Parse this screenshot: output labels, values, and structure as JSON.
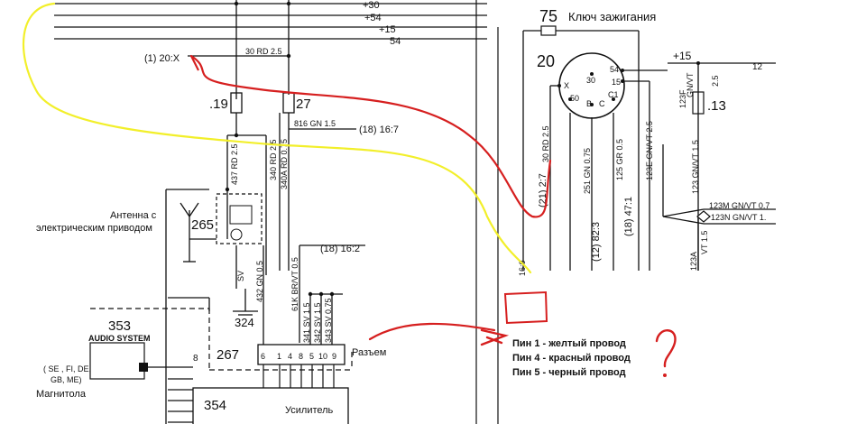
{
  "colors": {
    "line": "#111111",
    "yellow": "#f2ef2a",
    "red": "#d61f1f",
    "background": "#ffffff"
  },
  "bus": {
    "l30": "+30",
    "l54p": "+54",
    "l15": "+15",
    "l54": "54"
  },
  "connector_ref": "(1) 20:X",
  "wires": {
    "w30rd": "30 RD 2.5",
    "w816": "816 GN 1.5",
    "w437": "437 RD 2.5",
    "w340": "340 RD 2.5",
    "w340a": "340A RD 0.75",
    "w432": "432 GN 0.5",
    "wsv": "SV",
    "w61k": "61K BR/VT 0.5",
    "w341": "341 SV 1.5",
    "w342": "342 SV 1.5",
    "w343": "343 SV 0.75",
    "w30rd_r": "30 RD 2.5",
    "w251": "251 GN 0.75",
    "w125": "125 GR 0.5",
    "w123e": "123E GN/VT 2.5",
    "w123gv": "123 GN/VT 1.5",
    "w123m": "123M GN/VT 0.7",
    "w123n": "123N GN/VT 1.",
    "w123a": "123A",
    "wvt": "VT 1.5",
    "w123f": "123F",
    "wgnvt": "GN/VT",
    "w25": "2.5",
    "w12": "12"
  },
  "fuses": {
    "f19": ".19",
    "f27": "27",
    "f13": ".13"
  },
  "refs": {
    "r18_167": "(18) 16:7",
    "r18_162": "(18) 16:2",
    "r21_27": "(21) 2:7",
    "r12_823": "(12) 82:3",
    "r18_471": "(18) 47:1",
    "r160": "16:0"
  },
  "components": {
    "c265": "265",
    "antenna_l1": "Антенна с",
    "antenna_l2": "электрическим приводом",
    "c324": "324",
    "c353": "353",
    "audio": "AUDIO SYSTEM",
    "markets_l1": "( SE , FI, DE,",
    "markets_l2": "GB, ME)",
    "magnitola": "Магнитола",
    "c267": "267",
    "razem": "Разъем",
    "c354": "354",
    "usilitel": "Усилитель",
    "c8": "8"
  },
  "pins": [
    "6",
    "1",
    "4",
    "8",
    "5",
    "10",
    "9"
  ],
  "ignition": {
    "num": "75",
    "title": "Ключ зажигания",
    "switch_num": "20",
    "plus15": "+15",
    "terms": [
      "30",
      "54",
      "15",
      "C1",
      "X",
      "50",
      "B",
      "C"
    ]
  },
  "notes": [
    "Пин 1 - желтый провод",
    "Пин 4 - красный провод",
    "Пин 5 - черный провод"
  ],
  "question_mark": "?"
}
